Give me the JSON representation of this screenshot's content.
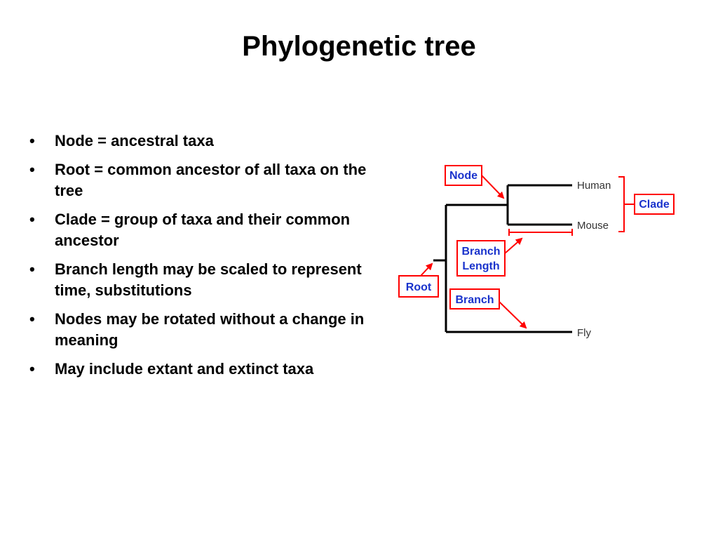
{
  "slide": {
    "title": "Phylogenetic tree",
    "bullets": [
      {
        "text": "Node = ancestral taxa"
      },
      {
        "text": "Root = common ancestor of all taxa on the tree"
      },
      {
        "text": "Clade = group of taxa and their common ancestor"
      },
      {
        "text": "Branch length may be scaled to represent time, substitutions"
      },
      {
        "text": "Nodes may be rotated without a change in meaning"
      },
      {
        "text": "May include extant and extinct taxa"
      }
    ],
    "bullet_glyph": "•"
  },
  "diagram": {
    "taxa": {
      "human": "Human",
      "mouse": "Mouse",
      "fly": "Fly"
    },
    "callouts": {
      "node": "Node",
      "clade": "Clade",
      "branch_length_line1": "Branch",
      "branch_length_line2": "Length",
      "root": "Root",
      "branch": "Branch"
    },
    "colors": {
      "tree_line": "#000000",
      "callout_border": "#ff0000",
      "callout_text": "#1a33cc",
      "arrow": "#ff0000",
      "taxon_text": "#333333"
    }
  }
}
